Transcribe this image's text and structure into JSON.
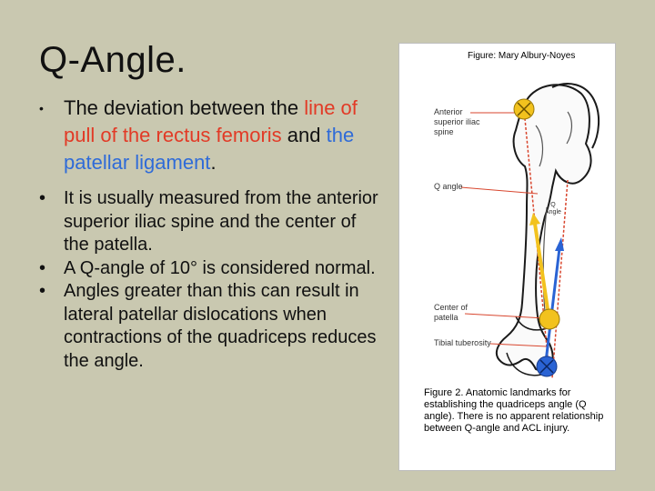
{
  "slide": {
    "title": "Q-Angle.",
    "bullet1": {
      "part1": "The deviation between the ",
      "red": "line of pull of the rectus femoris",
      "part2": " and ",
      "blue": "the patellar ligament",
      "part3": "."
    },
    "bullets": [
      "It is usually measured from the anterior superior iliac spine and the center of the patella.",
      "A Q-angle of 10° is considered normal.",
      "Angles greater than this can result in lateral patellar dislocations when contractions of the quadriceps reduces the angle."
    ]
  },
  "figure": {
    "credit": "Figure:  Mary Albury-Noyes",
    "labels": {
      "asis_1": "Anterior",
      "asis_2": "superior iliac",
      "asis_3": "spine",
      "q_angle": "Q angle",
      "q_small_1": "Q",
      "q_small_2": "Angle",
      "center_1": "Center of",
      "center_2": "patella",
      "tibial": "Tibial tuberosity"
    },
    "caption": "Figure 2. Anatomic landmarks for establishing the quadriceps angle (Q angle). There is no apparent relationship between Q-angle and ACL injury."
  },
  "colors": {
    "background": "#c9c8b0",
    "red_text": "#e23a26",
    "blue_text": "#2f6bd8",
    "marker_yellow": "#f2c21e",
    "marker_blue": "#2a63d4"
  }
}
